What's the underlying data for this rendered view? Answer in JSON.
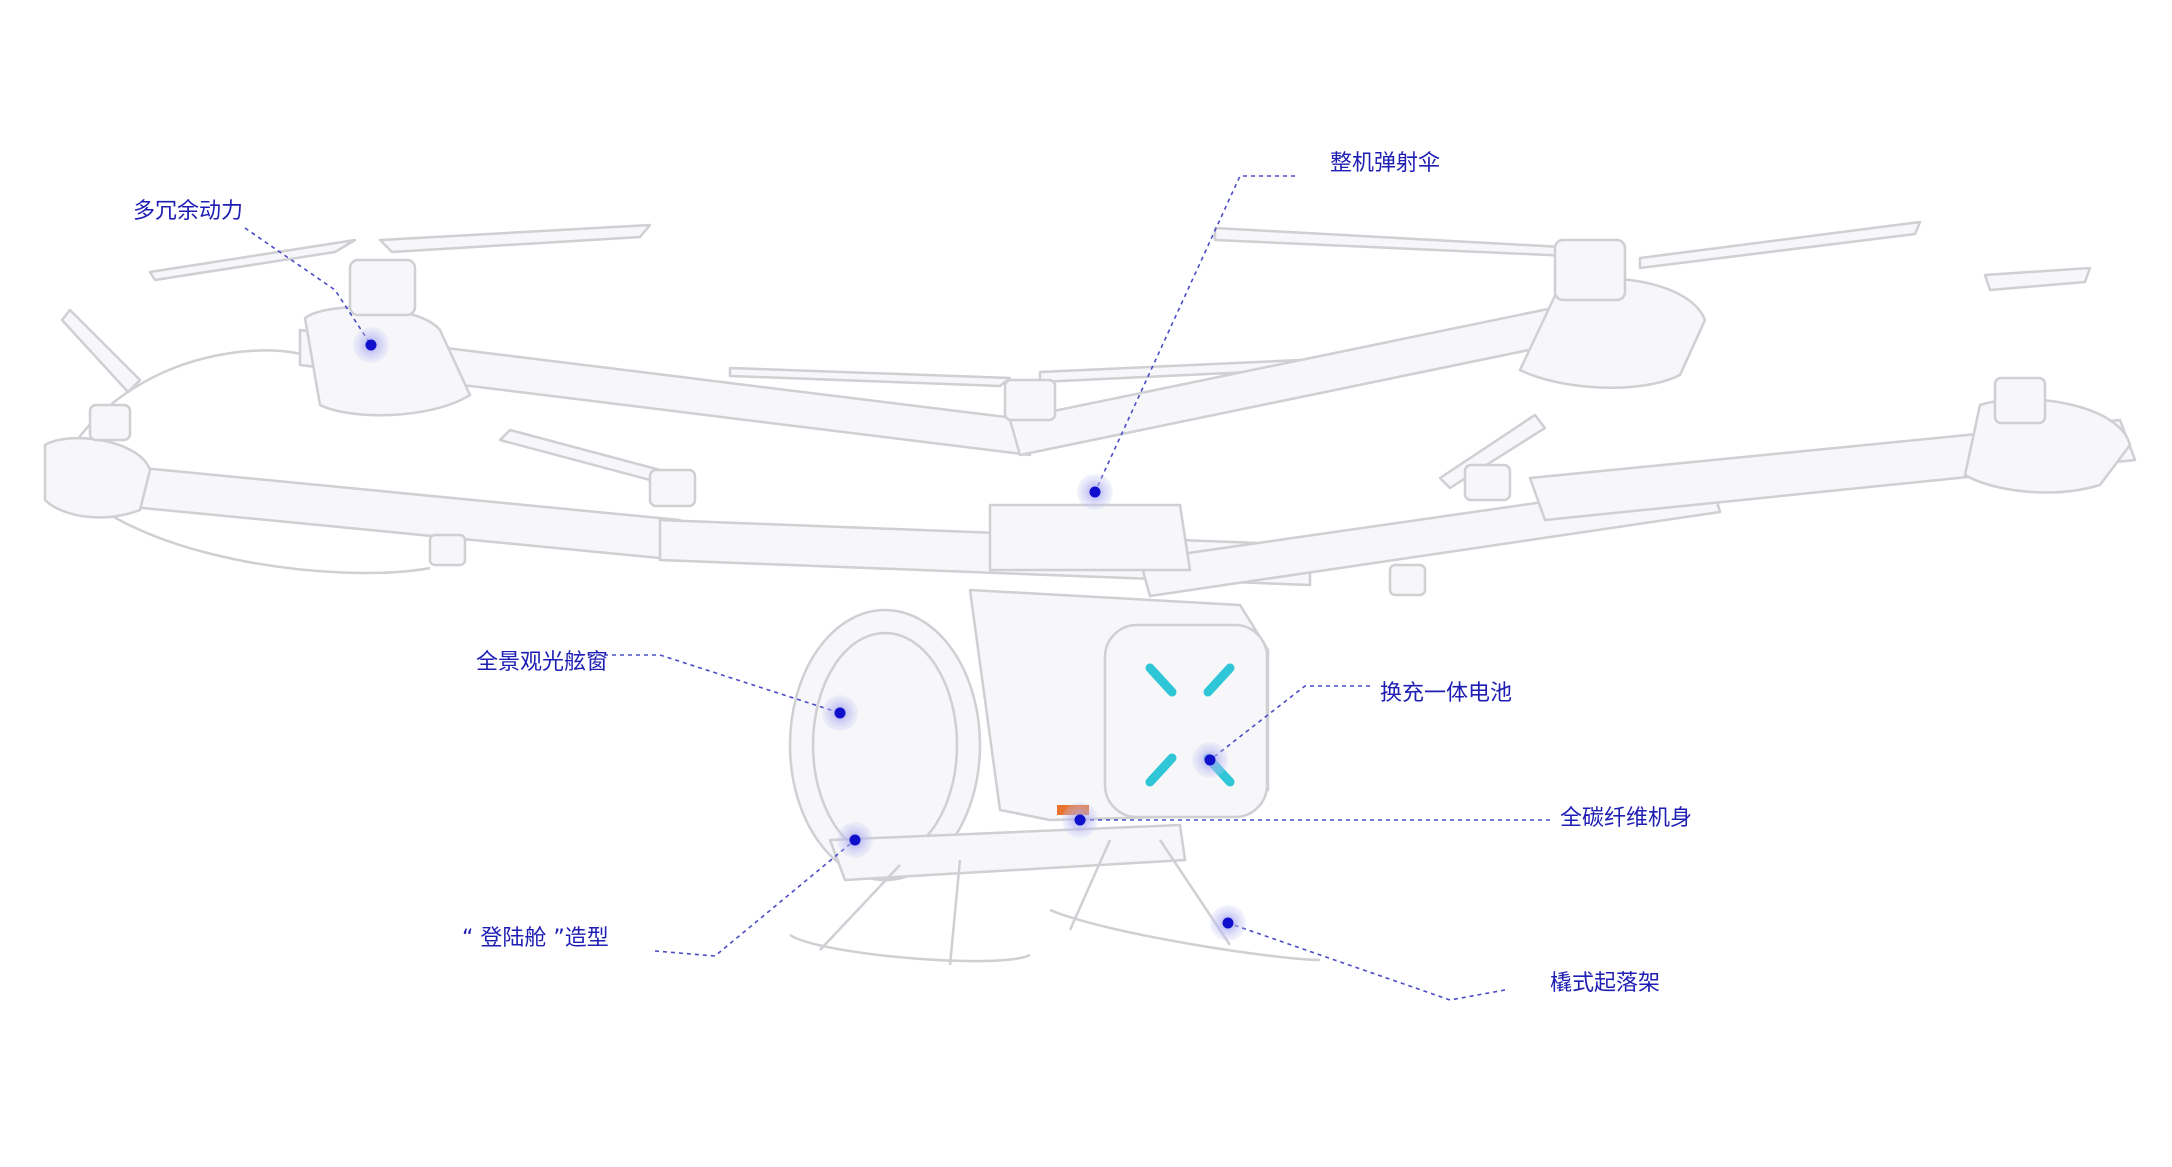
{
  "colors": {
    "callout": "#1e1eb4",
    "dot": "#1010cc",
    "halo": "#b9b9f0",
    "body_stroke": "#cfcfd4",
    "body_fill": "#f7f7f9",
    "accent_cyan": "#2fc6d8",
    "accent_orange": "#e8732e"
  },
  "callouts": {
    "multi_redundant_power": "多冗余动力",
    "whole_aircraft_parachute": "整机弹射伞",
    "panoramic_window": "全景观光舷窗",
    "swappable_battery": "换充一体电池",
    "carbon_fiber_body": "全碳纤维机身",
    "landing_pod_design": "“ 登陆舱 ”造型",
    "skid_landing_gear": "橇式起落架"
  },
  "icons": [
    "callout-dot-icon",
    "drone-illustration"
  ]
}
